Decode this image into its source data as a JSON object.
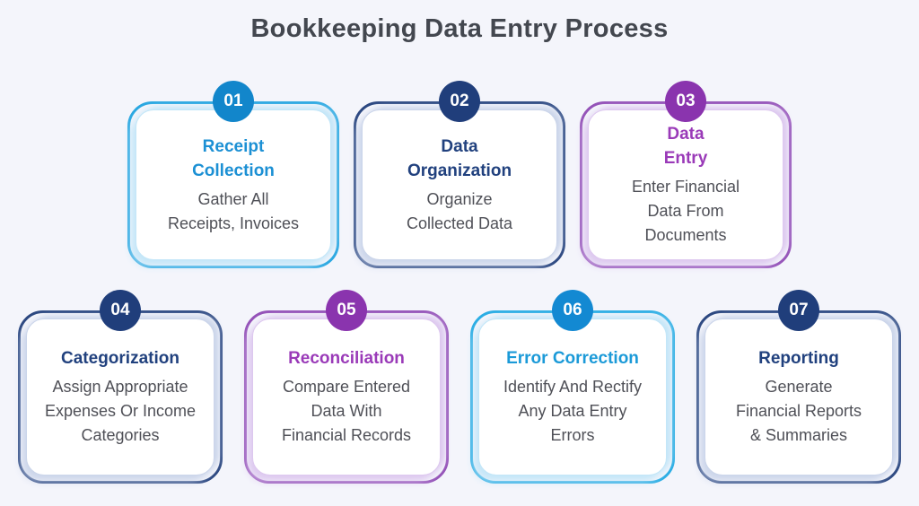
{
  "page": {
    "title": "Bookkeeping Data Entry Process",
    "colors": {
      "background": "#f4f5fb",
      "title_text": "#43474f",
      "description_text": "#4f5057"
    }
  },
  "rows": [
    {
      "cards": [
        {
          "number": "01",
          "title_lines": [
            "Receipt",
            "Collection"
          ],
          "description_lines": [
            "Gather All",
            "Receipts, Invoices"
          ],
          "colors": {
            "accent": "#29a7e1",
            "circle": "#1286cb",
            "title": "#1c90d4",
            "soft": "#c3e6f8"
          }
        },
        {
          "number": "02",
          "title_lines": [
            "Data",
            "Organization"
          ],
          "description_lines": [
            "Organize",
            "Collected Data"
          ],
          "colors": {
            "accent": "#2b4780",
            "circle": "#203e7b",
            "title": "#21417e",
            "soft": "#cbd5ea"
          }
        },
        {
          "number": "03",
          "title_lines": [
            "Data",
            "Entry"
          ],
          "description_lines": [
            "Enter Financial",
            "Data From",
            "Documents"
          ],
          "colors": {
            "accent": "#9452b8",
            "circle": "#8a34ae",
            "title": "#9a3ab8",
            "soft": "#ddc8ef"
          }
        }
      ]
    },
    {
      "cards": [
        {
          "number": "04",
          "title_lines": [
            "Categorization"
          ],
          "description_lines": [
            "Assign Appropriate",
            "Expenses Or Income",
            "Categories"
          ],
          "colors": {
            "accent": "#2b4780",
            "circle": "#203e7b",
            "title": "#21417e",
            "soft": "#cbd5ea"
          }
        },
        {
          "number": "05",
          "title_lines": [
            "Reconciliation"
          ],
          "description_lines": [
            "Compare Entered",
            "Data With",
            "Financial Records"
          ],
          "colors": {
            "accent": "#9452b8",
            "circle": "#8a34ae",
            "title": "#9a3ab8",
            "soft": "#ddc8ef"
          }
        },
        {
          "number": "06",
          "title_lines": [
            "Error Correction"
          ],
          "description_lines": [
            "Identify And Rectify",
            "Any Data Entry",
            "Errors"
          ],
          "colors": {
            "accent": "#2aade4",
            "circle": "#1389d2",
            "title": "#1b9ad8",
            "soft": "#c3e6f8"
          }
        },
        {
          "number": "07",
          "title_lines": [
            "Reporting"
          ],
          "description_lines": [
            "Generate",
            "Financial Reports",
            "& Summaries"
          ],
          "colors": {
            "accent": "#2b4780",
            "circle": "#203e7b",
            "title": "#21417e",
            "soft": "#cbd5ea"
          }
        }
      ]
    }
  ]
}
